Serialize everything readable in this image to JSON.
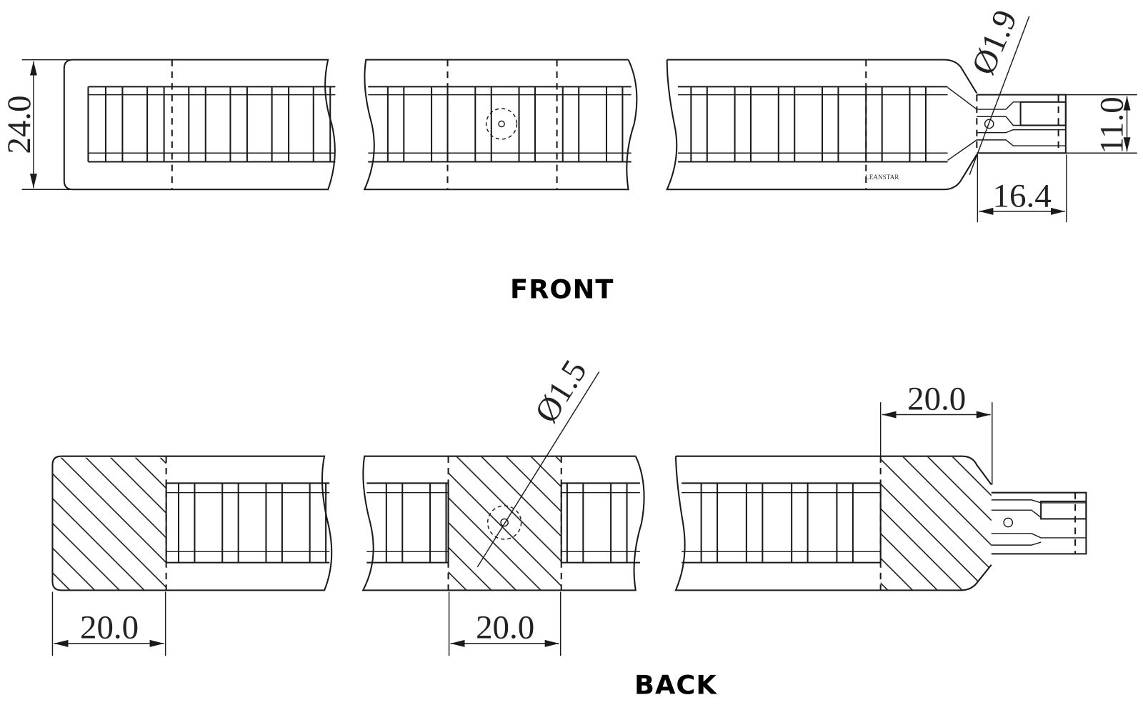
{
  "front": {
    "title": "FRONT",
    "dims": {
      "width": "24.0",
      "connector_width": "11.0",
      "connector_length": "16.4",
      "hole_diameter": "Ø1.9"
    },
    "brand": "LEANSTAR"
  },
  "back": {
    "title": "BACK",
    "dims": {
      "left_pad": "20.0",
      "middle_pad": "20.0",
      "right_pad": "20.0",
      "hole_diameter": "Ø1.5"
    }
  },
  "colors": {
    "line": "#1a1a1a",
    "background": "#ffffff"
  }
}
